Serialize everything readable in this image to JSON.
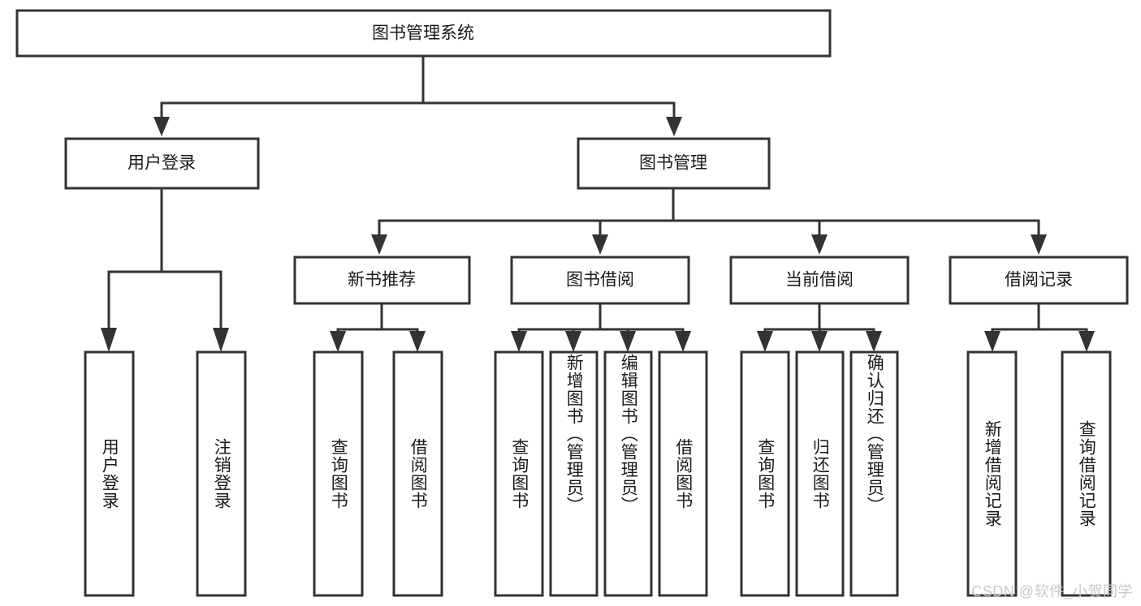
{
  "diagram": {
    "type": "tree-hierarchy",
    "title": "图书管理系统",
    "watermark": "CSDN @软件_小贺同学",
    "colors": {
      "stroke": "#333333",
      "box_fill": "#ffffff",
      "text": "#1a1a1a",
      "watermark": "#c9c9c9",
      "background": "#ffffff"
    },
    "root": {
      "label": "图书管理系统"
    },
    "level2": [
      {
        "label": "用户登录"
      },
      {
        "label": "图书管理"
      }
    ],
    "level3": [
      {
        "label": "新书推荐"
      },
      {
        "label": "图书借阅"
      },
      {
        "label": "当前借阅"
      },
      {
        "label": "借阅记录"
      }
    ],
    "leaves": {
      "user_login": [
        {
          "label": "用户登录"
        },
        {
          "label": "注销登录"
        }
      ],
      "new_book_recommend": [
        {
          "label": "查询图书"
        },
        {
          "label": "借阅图书"
        }
      ],
      "book_borrow": [
        {
          "label": "查询图书"
        },
        {
          "label": "新增图书（管理员）"
        },
        {
          "label": "编辑图书（管理员）"
        },
        {
          "label": "借阅图书"
        }
      ],
      "current_borrow": [
        {
          "label": "查询图书"
        },
        {
          "label": "归还图书"
        },
        {
          "label": "确认归还（管理员）"
        }
      ],
      "borrow_record": [
        {
          "label": "新增借阅记录"
        },
        {
          "label": "查询借阅记录"
        }
      ]
    }
  }
}
